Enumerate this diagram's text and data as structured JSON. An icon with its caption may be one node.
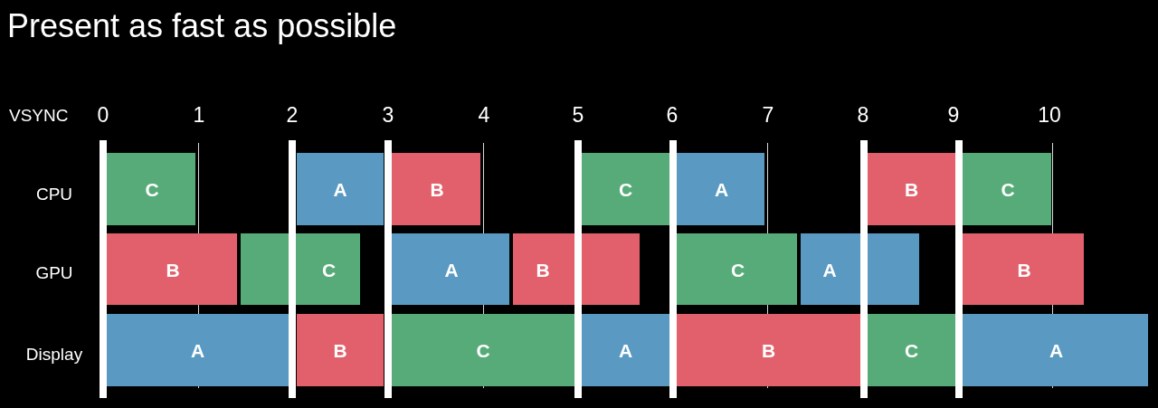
{
  "diagram": {
    "title": "Present as fast as possible",
    "nodes": [
      {
        "text": [
          "C"
        ]
      },
      {
        "text": [
          "A"
        ]
      },
      {
        "text": [
          "B"
        ]
      },
      {
        "text": [
          "C"
        ]
      },
      {
        "text": [
          "A"
        ]
      },
      {
        "text": [
          "B"
        ]
      },
      {
        "text": [
          "C"
        ]
      },
      {
        "text": [
          "B"
        ]
      },
      {
        "text": [
          "C"
        ]
      },
      {
        "text": [
          "A"
        ]
      },
      {
        "text": [
          "B"
        ]
      },
      {
        "text": [
          "C"
        ]
      },
      {
        "text": [
          "A"
        ]
      },
      {
        "text": [
          "B"
        ]
      },
      {
        "text": [
          "A"
        ]
      },
      {
        "text": [
          "B"
        ]
      },
      {
        "text": [
          "C"
        ]
      },
      {
        "text": [
          "A"
        ]
      },
      {
        "text": [
          "B"
        ]
      },
      {
        "text": [
          "C"
        ]
      },
      {
        "text": [
          "A"
        ]
      }
    ],
    "labels": [
      "VSYNC",
      "0",
      "1",
      "2",
      "3",
      "4",
      "5",
      "6",
      "7",
      "8",
      "9",
      "10",
      "CPU",
      "GPU",
      "Display"
    ]
  }
}
